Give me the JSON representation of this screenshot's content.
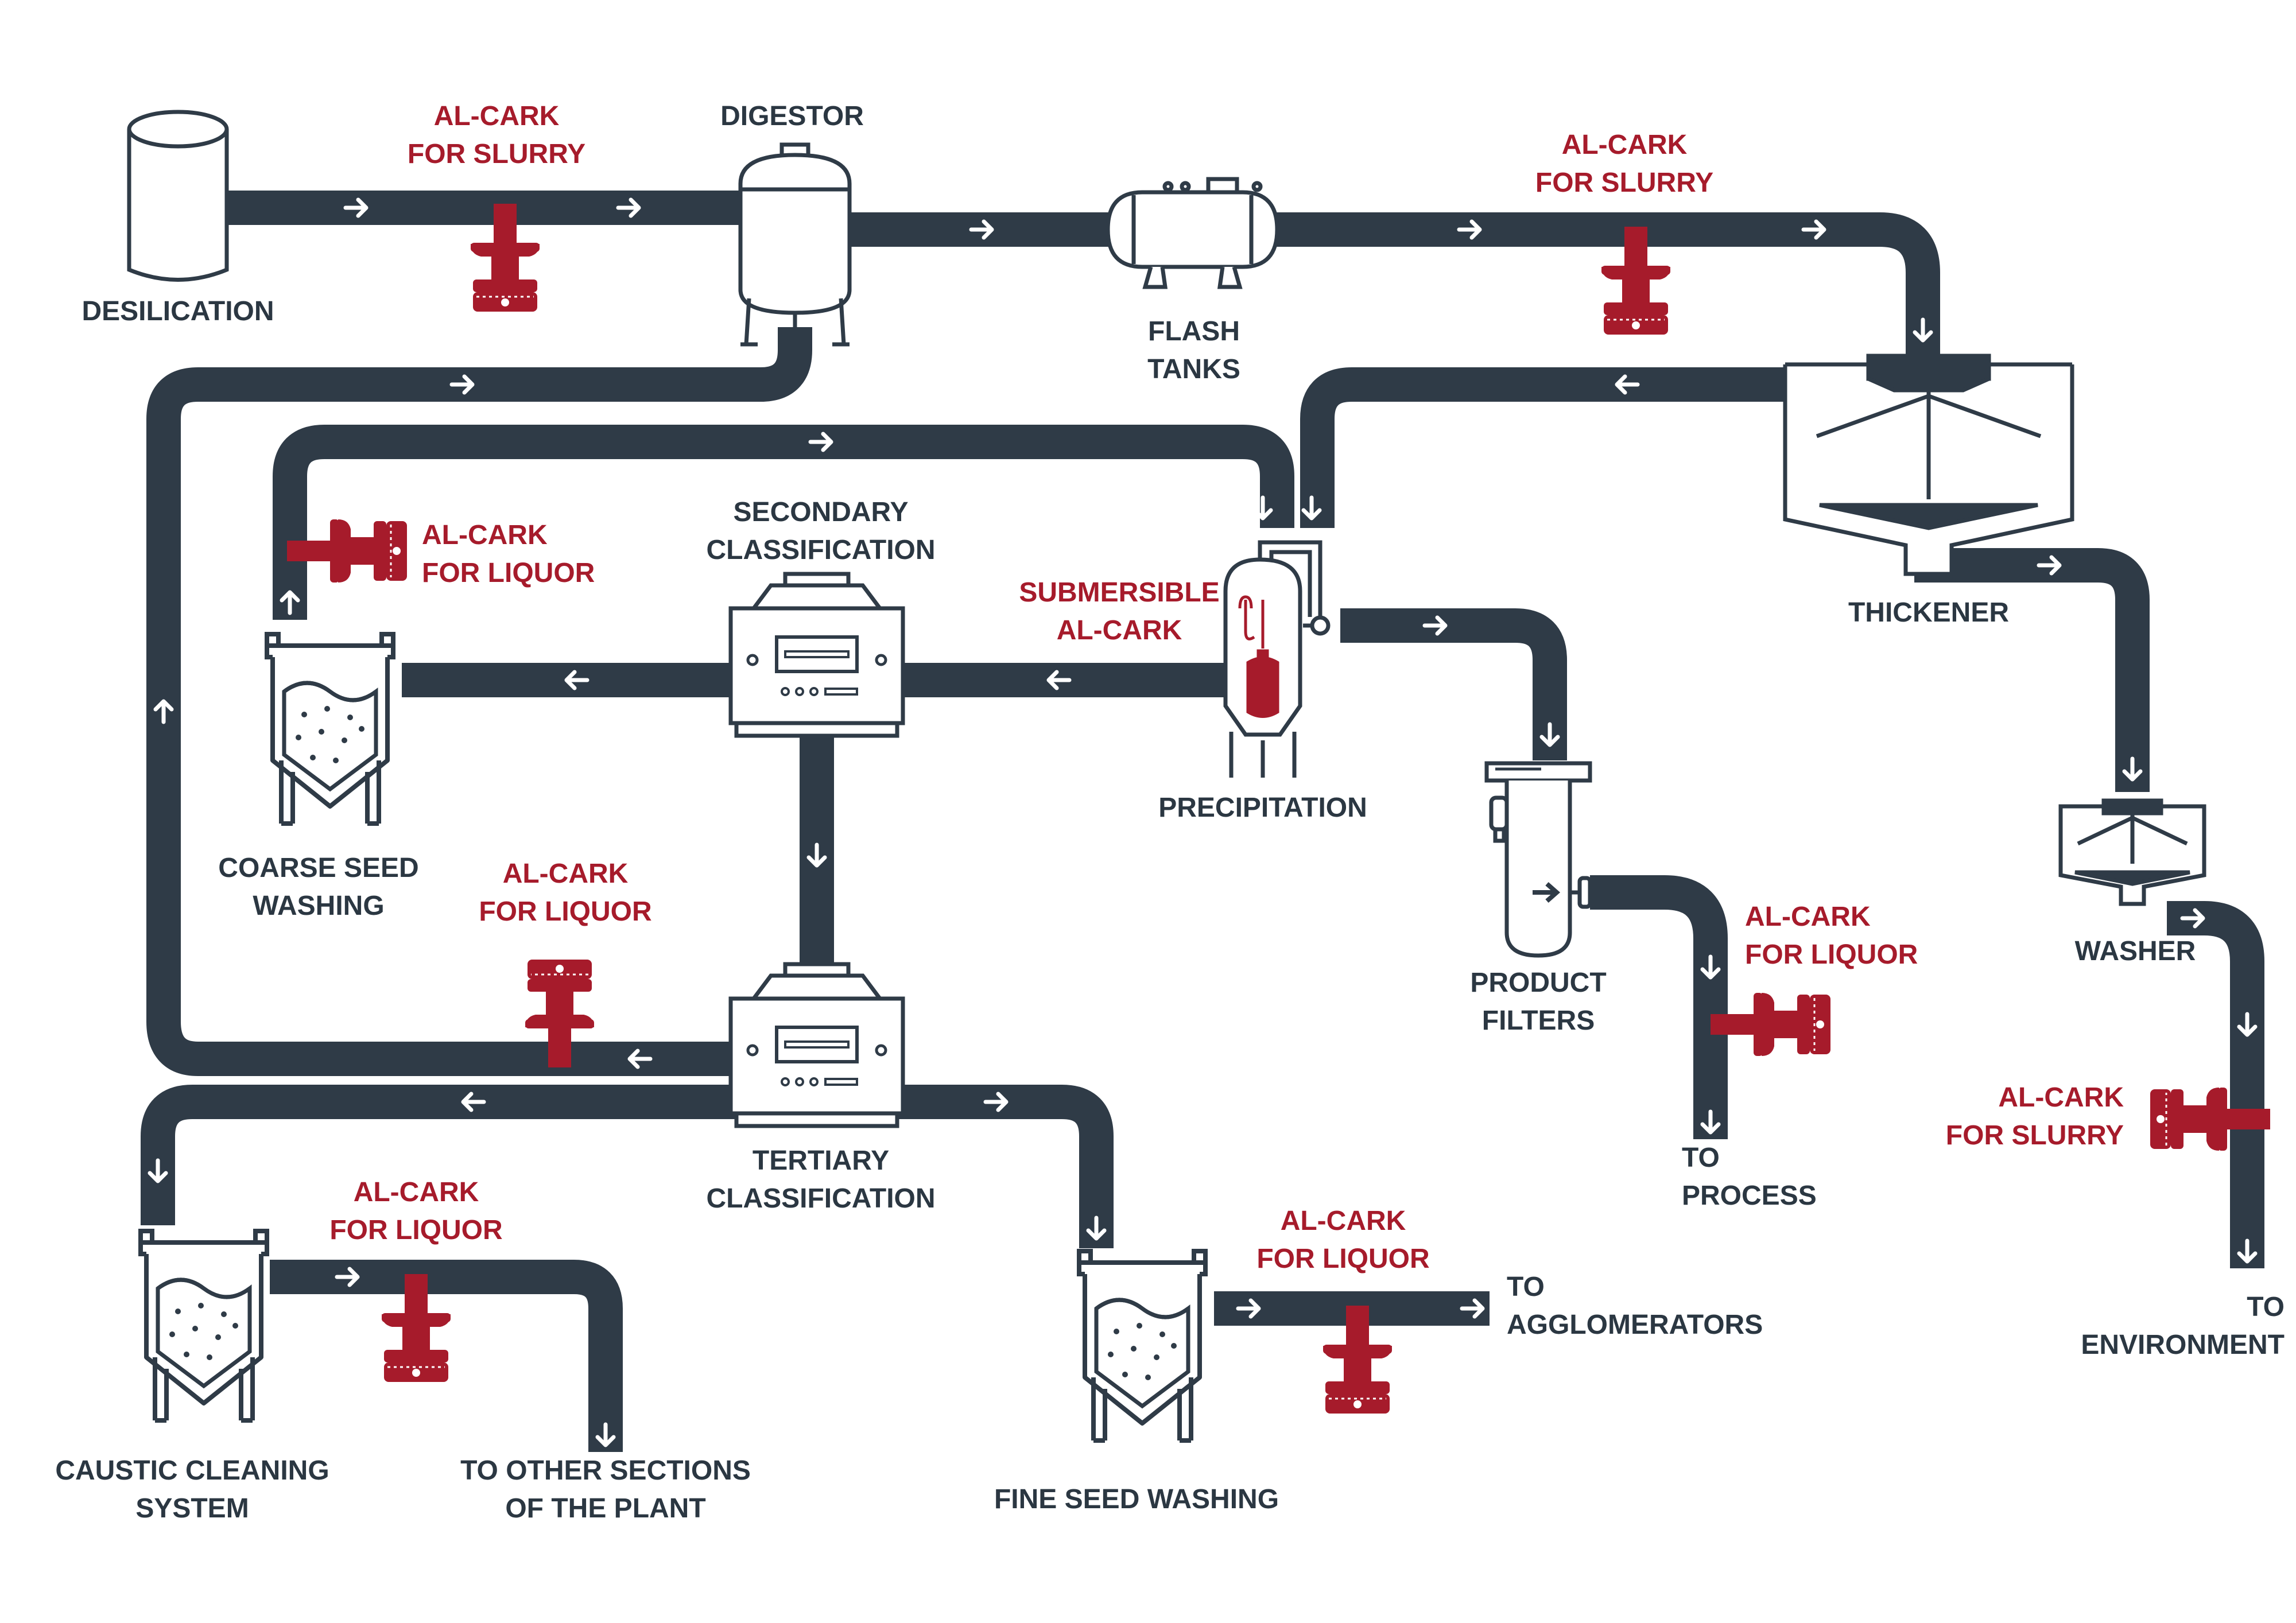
{
  "colors": {
    "pipe": "#2f3b47",
    "accent": "#a61b2b",
    "outline": "#2f3b47",
    "background": "#ffffff"
  },
  "equipment": {
    "desilication": "DESILICATION",
    "digestor": "DIGESTOR",
    "flash_tanks": [
      "FLASH",
      "TANKS"
    ],
    "thickener": "THICKENER",
    "washer": "WASHER",
    "secondary_classification": [
      "SECONDARY",
      "CLASSIFICATION"
    ],
    "precipitation": "PRECIPITATION",
    "coarse_seed_washing": [
      "COARSE SEED",
      "WASHING"
    ],
    "product_filters": [
      "PRODUCT",
      "FILTERS"
    ],
    "tertiary_classification": [
      "TERTIARY",
      "CLASSIFICATION"
    ],
    "caustic_cleaning_system": [
      "CAUSTIC CLEANING",
      "SYSTEM"
    ],
    "fine_seed_washing": "FINE SEED WASHING"
  },
  "destinations": {
    "to_process": [
      "TO",
      "PROCESS"
    ],
    "to_environment": [
      "TO",
      "ENVIRONMENT"
    ],
    "to_agglomerators": [
      "TO",
      "AGGLOMERATORS"
    ],
    "to_other_sections": [
      "TO OTHER SECTIONS",
      "OF THE PLANT"
    ]
  },
  "valves": {
    "slurry_1": [
      "AL-CARK",
      "FOR SLURRY"
    ],
    "slurry_2": [
      "AL-CARK",
      "FOR SLURRY"
    ],
    "slurry_3": [
      "AL-CARK",
      "FOR SLURRY"
    ],
    "liquor_1": [
      "AL-CARK",
      "FOR LIQUOR"
    ],
    "liquor_2": [
      "AL-CARK",
      "FOR LIQUOR"
    ],
    "liquor_3": [
      "AL-CARK",
      "FOR LIQUOR"
    ],
    "liquor_4": [
      "AL-CARK",
      "FOR LIQUOR"
    ],
    "liquor_5": [
      "AL-CARK",
      "FOR LIQUOR"
    ],
    "submersible": [
      "SUBMERSIBLE",
      "AL-CARK"
    ]
  },
  "icons": [
    "arrow-icon",
    "valve-icon",
    "tank-icon",
    "digestor-icon",
    "flash-tank-icon",
    "thickener-icon",
    "classifier-icon",
    "washing-vessel-icon",
    "filter-icon",
    "precipitator-icon"
  ]
}
